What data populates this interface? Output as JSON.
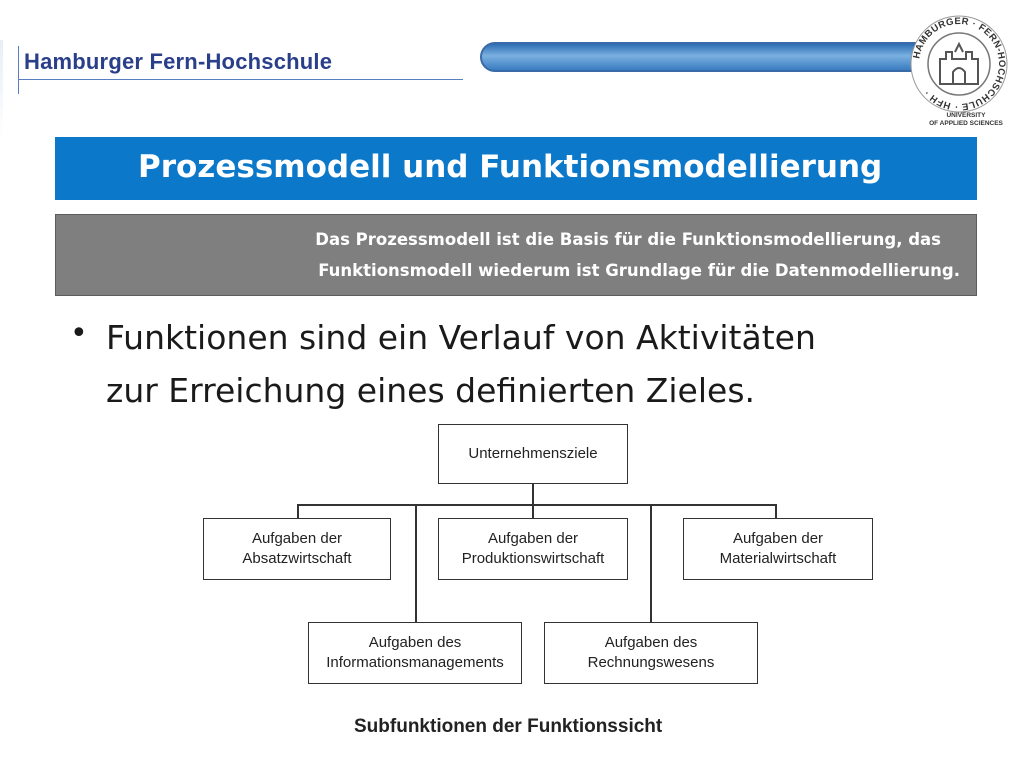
{
  "header": {
    "school_name": "Hamburger Fern-Hochschule",
    "logo": {
      "icon": "hfh-seal-logo",
      "ring_text": "HAMBURGER · FERN-HOCHSCHULE · HFH ·",
      "subtext_line1": "UNIVERSITY",
      "subtext_line2": "OF APPLIED SCIENCES",
      "brand_color": "#0b78c9"
    }
  },
  "slide": {
    "title": "Prozessmodell und Funktionsmodellierung",
    "subtitle_line1": "Das Prozessmodell ist die Basis für die Funktionsmodellierung, das",
    "subtitle_line2": "Funktionsmodell wiederum ist Grundlage für die Datenmodellierung.",
    "bullet_marker": "•",
    "bullet_line1": "Funktionen sind ein Verlauf von Aktivitäten",
    "bullet_line2": "zur Erreichung eines definierten Zieles."
  },
  "diagram": {
    "root": "Unternehmensziele",
    "level1": [
      {
        "line1": "Aufgaben der",
        "line2": "Absatzwirtschaft"
      },
      {
        "line1": "Aufgaben der",
        "line2": "Produktionswirtschaft"
      },
      {
        "line1": "Aufgaben der",
        "line2": "Materialwirtschaft"
      }
    ],
    "level2": [
      {
        "line1": "Aufgaben des",
        "line2": "Informationsmanagements"
      },
      {
        "line1": "Aufgaben des",
        "line2": "Rechnungswesens"
      }
    ],
    "caption": "Subfunktionen der Funktionssicht"
  }
}
